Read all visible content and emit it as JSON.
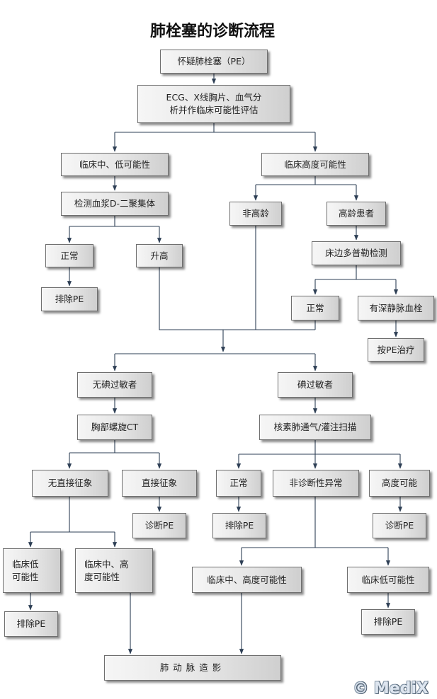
{
  "title": "肺栓塞的诊断流程",
  "nodes": {
    "suspect_pe": "怀疑肺栓塞（PE）",
    "initial_eval": "ECG、X线胸片、血气分\n析并作临床可能性评估",
    "low_mid_probability": "临床中、低可能性",
    "high_probability": "临床高度可能性",
    "d_dimer": "检测血浆D-二聚集体",
    "not_elderly": "非高龄",
    "elderly": "高龄患者",
    "normal_1": "正常",
    "elevated": "升高",
    "bedside_doppler": "床边多普勒检测",
    "exclude_pe_1": "排除PE",
    "normal_2": "正常",
    "dvt": "有深静脉血栓",
    "treat_as_pe": "按PE治疗",
    "no_contrast_allergy": "无碘过敏者",
    "contrast_allergy": "碘过敏者",
    "spiral_ct": "胸部螺旋CT",
    "vq_scan": "核素肺通气/灌注扫描",
    "no_direct_sign": "无直接征象",
    "direct_sign": "直接征象",
    "normal_3": "正常",
    "nondiagnostic": "非诊断性异常",
    "high_possible": "高度可能",
    "diagnose_pe_1": "诊断PE",
    "exclude_pe_2": "排除PE",
    "diagnose_pe_2": "诊断PE",
    "clinical_low_1": "临床低\n可能性",
    "clinical_mid_high_1": "临床中、高\n度可能性",
    "clinical_mid_high_2": "临床中、高度可能性",
    "clinical_low_2": "临床低可能性",
    "exclude_pe_3": "排除PE",
    "exclude_pe_4": "排除PE",
    "pulmonary_angiography": "肺动脉造影"
  },
  "watermark": "© MediX",
  "colors": {
    "connector": "#2e3f55",
    "box_border": "#6f6f6f"
  }
}
